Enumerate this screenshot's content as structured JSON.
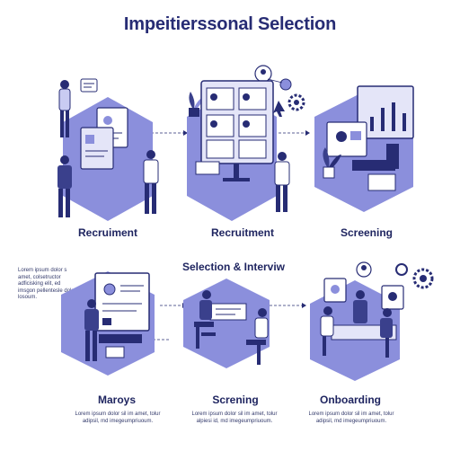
{
  "title": "Impeitierssonal Selection",
  "subtitle": "Selection & Interviw",
  "top_steps": [
    {
      "label": "Recruiment"
    },
    {
      "label": "Recruitment"
    },
    {
      "label": "Screening"
    }
  ],
  "bottom_steps": [
    {
      "label": "Maroys",
      "note": "Lorem ipsum dolor sil im amet, tolur adipsil, md imegeumpriuoum."
    },
    {
      "label": "Screning",
      "note": "Lorem ipsum dolor sil im amet, tolur alpiesi id, md imegeumpriuoum."
    },
    {
      "label": "Onboarding",
      "note": "Lorem ipsum dolor sil im amet, tolur adipsil, md imegeumpriuoum."
    }
  ],
  "side_note": "Lorem ipsum dolor s amet, colsetructor adficisking elit, ed imsgon pellentesle dolo. losoum.",
  "colors": {
    "accent": "#8b8fdc",
    "dark": "#272c74",
    "light": "#c9cbf2",
    "lighter": "#e4e5f8"
  }
}
